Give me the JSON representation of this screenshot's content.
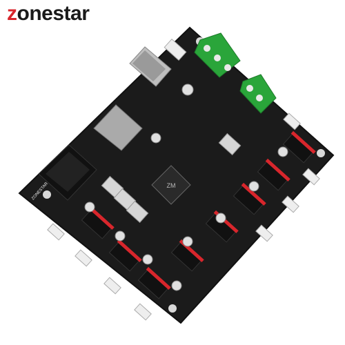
{
  "brand": {
    "first_letter": "z",
    "rest": "onestar"
  },
  "product": {
    "type": "3d-printer-controller-board",
    "board_color": "#1b1b1b",
    "accent_colors": [
      "#2aa53a",
      "#d8262c"
    ]
  },
  "silkscreen": {
    "corner_label": "ZONESTAR"
  },
  "components": {
    "driver_sockets": 8,
    "terminal_blocks": 2,
    "heat_sinks": 4,
    "chip_label": "ZM"
  }
}
